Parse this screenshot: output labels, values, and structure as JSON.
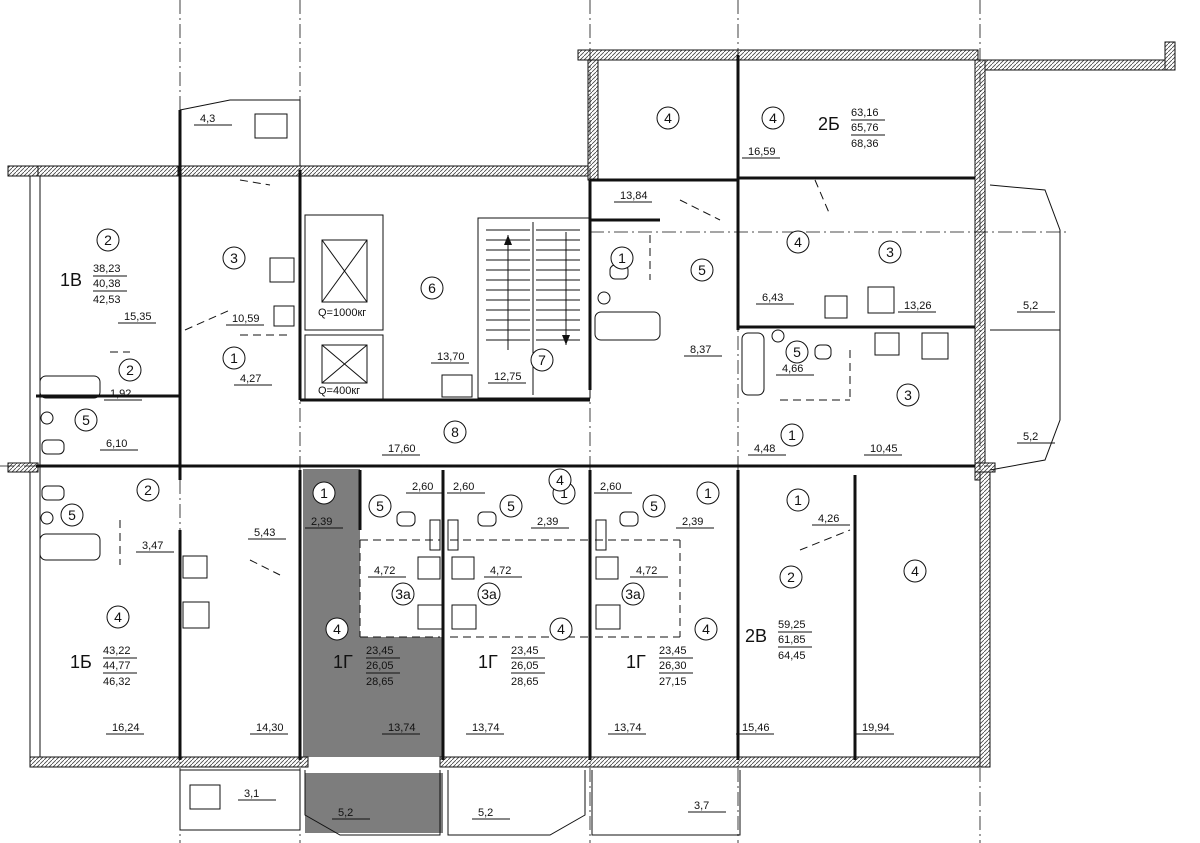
{
  "plan": {
    "rooms": [
      {
        "id": "c1",
        "num": "4"
      },
      {
        "id": "c2",
        "num": "4"
      },
      {
        "id": "c3",
        "num": "2"
      },
      {
        "id": "c4",
        "num": "3"
      },
      {
        "id": "c5",
        "num": "4"
      },
      {
        "id": "c6",
        "num": "3"
      },
      {
        "id": "c7",
        "num": "6"
      },
      {
        "id": "c8",
        "num": "1"
      },
      {
        "id": "c9",
        "num": "5"
      },
      {
        "id": "c10",
        "num": "1"
      },
      {
        "id": "c11",
        "num": "2"
      },
      {
        "id": "c12",
        "num": "5"
      },
      {
        "id": "c13",
        "num": "7"
      },
      {
        "id": "c14",
        "num": "8"
      },
      {
        "id": "c15",
        "num": "5"
      },
      {
        "id": "c16",
        "num": "3"
      },
      {
        "id": "c17",
        "num": "1"
      },
      {
        "id": "c18",
        "num": "2"
      },
      {
        "id": "c19",
        "num": "5"
      },
      {
        "id": "c20",
        "num": "1"
      },
      {
        "id": "c21",
        "num": "5"
      },
      {
        "id": "c22",
        "num": "5"
      },
      {
        "id": "c23",
        "num": "1"
      },
      {
        "id": "c24",
        "num": "1"
      },
      {
        "id": "c25",
        "num": "5"
      },
      {
        "id": "c26",
        "num": "1"
      },
      {
        "id": "c27",
        "num": "3а"
      },
      {
        "id": "c28",
        "num": "3а"
      },
      {
        "id": "c29",
        "num": "3а"
      },
      {
        "id": "c30",
        "num": "4"
      },
      {
        "id": "c31",
        "num": "4"
      },
      {
        "id": "c32",
        "num": "4"
      },
      {
        "id": "c33",
        "num": "4"
      },
      {
        "id": "c34",
        "num": "2"
      },
      {
        "id": "c35",
        "num": "4"
      },
      {
        "id": "c36",
        "num": "4"
      }
    ],
    "apartments": [
      {
        "id": "a1",
        "type": "1В",
        "area1": "38,23",
        "area2": "40,38",
        "area3": "42,53"
      },
      {
        "id": "a2",
        "type": "2Б",
        "area1": "63,16",
        "area2": "65,76",
        "area3": "68,36"
      },
      {
        "id": "a3",
        "type": "1Б",
        "area1": "43,22",
        "area2": "44,77",
        "area3": "46,32"
      },
      {
        "id": "a4",
        "type": "1Г",
        "area1": "23,45",
        "area2": "26,05",
        "area3": "28,65"
      },
      {
        "id": "a5",
        "type": "1Г",
        "area1": "23,45",
        "area2": "26,05",
        "area3": "28,65"
      },
      {
        "id": "a6",
        "type": "1Г",
        "area1": "23,45",
        "area2": "26,30",
        "area3": "27,15"
      },
      {
        "id": "a7",
        "type": "2В",
        "area1": "59,25",
        "area2": "61,85",
        "area3": "64,45"
      }
    ],
    "areas": [
      "4,3",
      "16,59",
      "13,84",
      "15,35",
      "10,59",
      "1,92",
      "4,27",
      "6,10",
      "13,70",
      "12,75",
      "8,37",
      "6,43",
      "13,26",
      "5,2",
      "4,66",
      "4,48",
      "10,45",
      "5,2",
      "17,60",
      "2,60",
      "2,60",
      "2,60",
      "2,39",
      "2,39",
      "2,39",
      "5,43",
      "3,47",
      "4,72",
      "4,72",
      "4,72",
      "4,26",
      "16,24",
      "14,30",
      "13,74",
      "13,74",
      "13,74",
      "15,46",
      "19,94",
      "3,1",
      "5,2",
      "5,2",
      "3,7"
    ],
    "lifts": {
      "large": "Q=1000кг",
      "small": "Q=400кг"
    }
  }
}
